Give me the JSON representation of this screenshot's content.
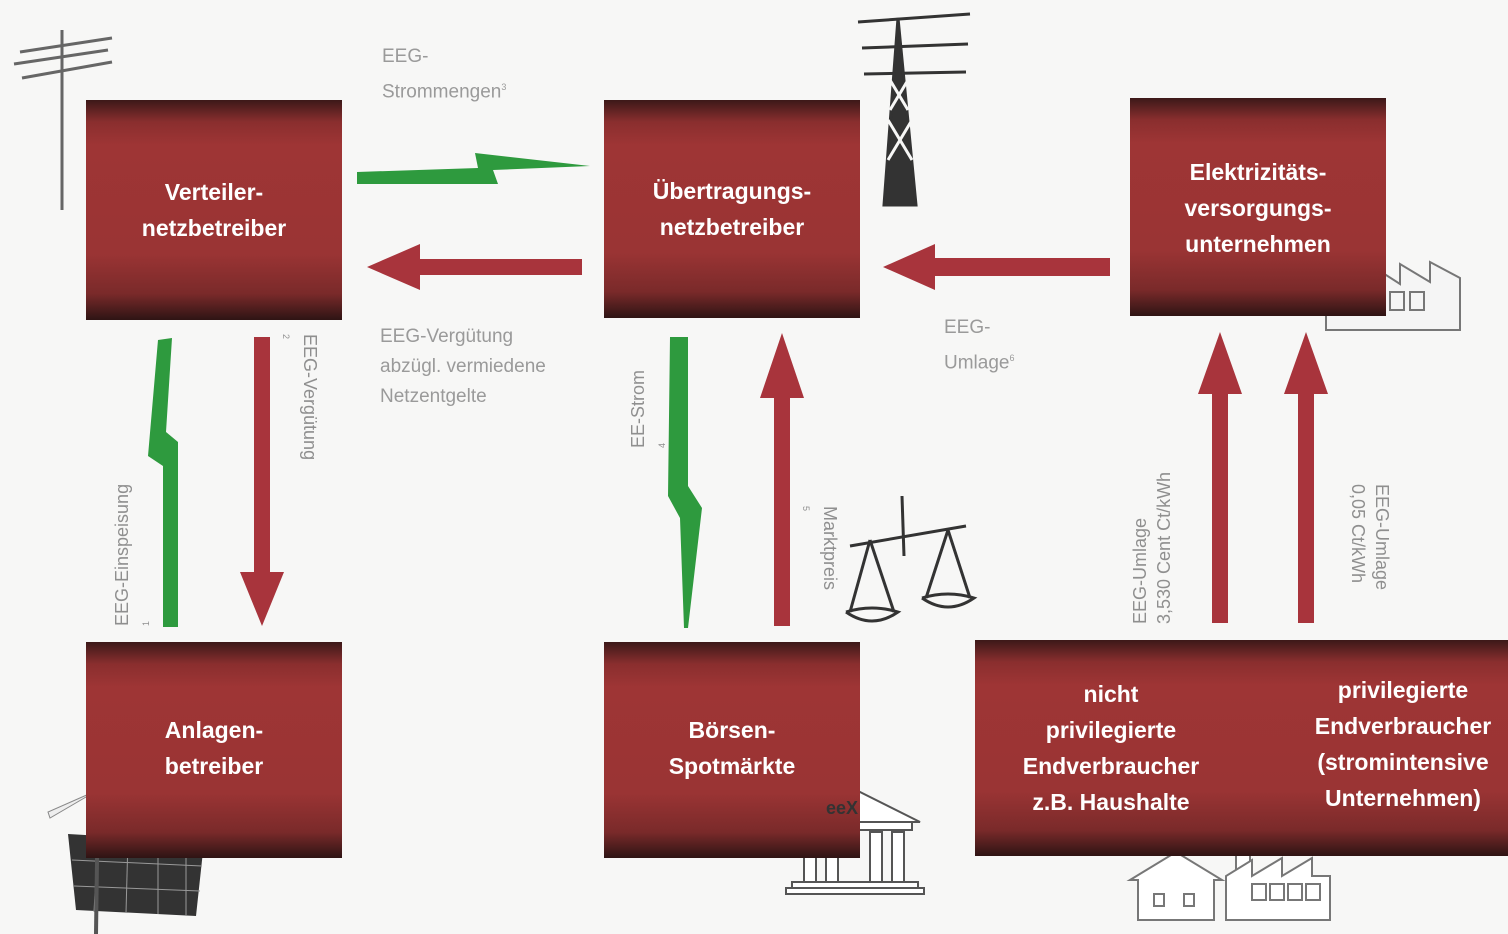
{
  "boxes": {
    "verteiler": [
      "Verteiler-",
      "netzbetreiber"
    ],
    "uebertragung": [
      "Übertragungs-",
      "netzbetreiber"
    ],
    "elektrizitaet": [
      "Elektrizitäts-",
      "versorgungs-",
      "unternehmen"
    ],
    "anlagen": [
      "Anlagen-",
      "betreiber"
    ],
    "boersen": [
      "Börsen-",
      "Spotmärkte"
    ],
    "nicht_priv": [
      "nicht",
      "privilegierte",
      "Endverbraucher",
      "z.B. Haushalte"
    ],
    "priv": [
      "privilegierte",
      "Endverbraucher",
      "(stromintensive",
      "Unternehmen)"
    ]
  },
  "labels": {
    "strommengen": [
      "EEG-",
      "Strommengen",
      "3"
    ],
    "verguetung_abzgl": [
      "EEG-Vergütung",
      "abzügl. vermiedene",
      "Netzentgelte"
    ],
    "umlage_top": [
      "EEG-",
      "Umlage",
      "6"
    ],
    "einspeisung": [
      "EEG-Einspeisung",
      "1"
    ],
    "verguetung": [
      "EEG-Vergütung",
      "2"
    ],
    "ee_strom": [
      "EE-Strom",
      "4"
    ],
    "marktpreis": [
      "Marktpreis",
      "5"
    ],
    "umlage_nicht": [
      "EEG-Umlage",
      "3,530 Cent Ct/kWh"
    ],
    "umlage_priv": [
      "EEG-Umlage",
      "0,05 Ct/kWh"
    ]
  },
  "logo_text": "eeX",
  "colors": {
    "box": "#9e3535",
    "green_flow": "#2e9a3e",
    "red_flow": "#a8343c",
    "label": "#9a9a9a"
  }
}
